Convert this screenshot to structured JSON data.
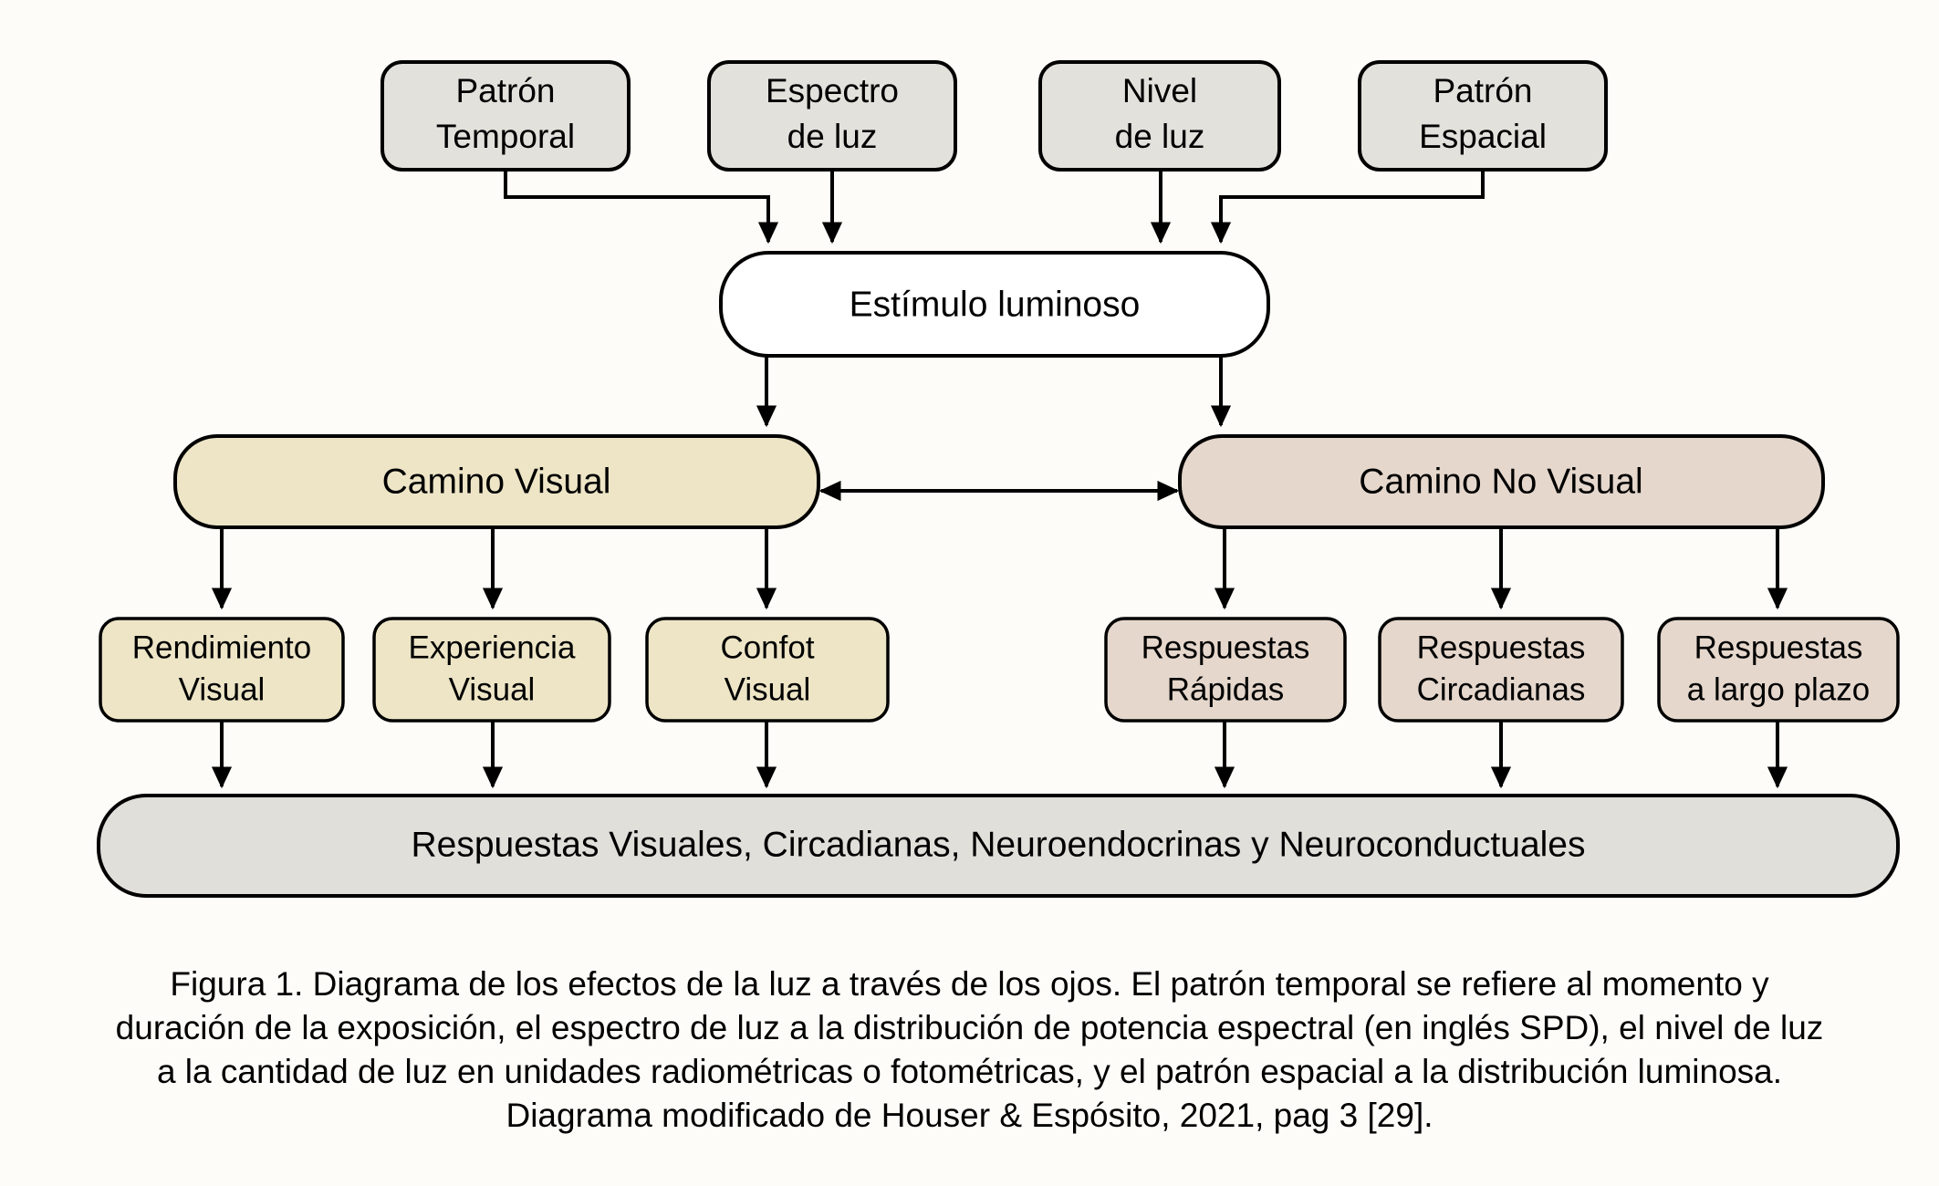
{
  "figure": {
    "background_color": "#fdfcf8",
    "stroke_color": "#000000",
    "caption": "Figura 1. Diagrama de los efectos de la luz a través de los ojos. El patrón temporal se refiere al momento y duración de la exposición, el espectro de luz a la distribución de potencia espectral (en inglés SPD), el nivel de luz a la cantidad de luz en unidades radiométricas o fotométricas, y el patrón espacial a la distribución luminosa. Diagrama modificado de Houser & Espósito, 2021, pag 3 [29]."
  },
  "colors": {
    "grey_fill": "#E3E1DC",
    "white_fill": "#FFFFFF",
    "visual_fill": "#EDE5C6",
    "nonvisual_fill": "#E5D7CC",
    "bottom_fill": "#E1DFDA"
  },
  "inputs": [
    {
      "id": "patron-temporal",
      "line1": "Patrón",
      "line2": "Temporal"
    },
    {
      "id": "espectro-de-luz",
      "line1": "Espectro",
      "line2": "de luz"
    },
    {
      "id": "nivel-de-luz",
      "line1": "Nivel",
      "line2": "de luz"
    },
    {
      "id": "patron-espacial",
      "line1": "Patrón",
      "line2": "Espacial"
    }
  ],
  "stimulus": {
    "id": "estimulo-luminoso",
    "label": "Estímulo luminoso"
  },
  "pathways": [
    {
      "id": "camino-visual",
      "label": "Camino Visual"
    },
    {
      "id": "camino-no-visual",
      "label": "Camino No Visual"
    }
  ],
  "visual_outcomes": [
    {
      "id": "rendimiento-visual",
      "line1": "Rendimiento",
      "line2": "Visual"
    },
    {
      "id": "experiencia-visual",
      "line1": "Experiencia",
      "line2": "Visual"
    },
    {
      "id": "confot-visual",
      "line1": "Confot",
      "line2": "Visual"
    }
  ],
  "nonvisual_outcomes": [
    {
      "id": "respuestas-rapidas",
      "line1": "Respuestas",
      "line2": "Rápidas"
    },
    {
      "id": "respuestas-circadianas",
      "line1": "Respuestas",
      "line2": "Circadianas"
    },
    {
      "id": "respuestas-a-largo-plazo",
      "line1": "Respuestas",
      "line2": "a largo plazo"
    }
  ],
  "summary": {
    "id": "respuestas-totales",
    "label": "Respuestas Visuales, Circadianas, Neuroendocrinas y Neuroconductuales"
  }
}
